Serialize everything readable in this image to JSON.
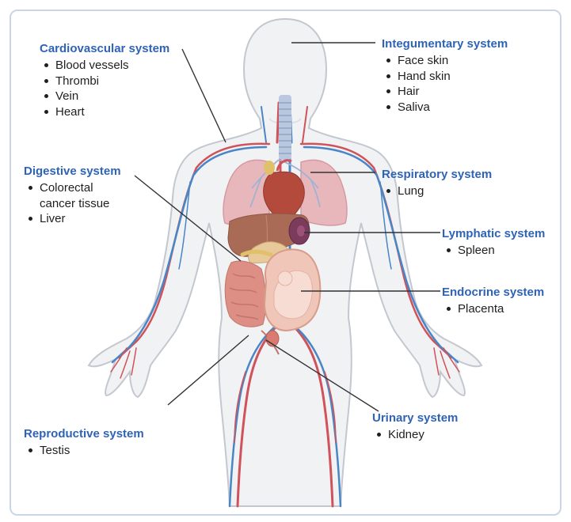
{
  "systems": {
    "cardiovascular": {
      "title": "Cardiovascular system",
      "items": [
        "Blood vessels",
        "Thrombi",
        "Vein",
        "Heart"
      ]
    },
    "integumentary": {
      "title": "Integumentary system",
      "items": [
        "Face skin",
        "Hand skin",
        "Hair",
        "Saliva"
      ]
    },
    "digestive": {
      "title": "Digestive system",
      "items": [
        "Colorectal",
        "cancer tissue",
        "Liver"
      ]
    },
    "respiratory": {
      "title": "Respiratory system",
      "items": [
        "Lung"
      ]
    },
    "lymphatic": {
      "title": "Lymphatic system",
      "items": [
        "Spleen"
      ]
    },
    "endocrine": {
      "title": "Endocrine system",
      "items": [
        "Placenta"
      ]
    },
    "urinary": {
      "title": "Urinary system",
      "items": [
        "Kidney"
      ]
    },
    "reproductive": {
      "title": "Reproductive system",
      "items": [
        "Testis"
      ]
    }
  },
  "colors": {
    "title": "#2e63b6",
    "body_fill": "#f1f2f4",
    "body_stroke": "#c3c7cf",
    "artery": "#d0525a",
    "vein": "#4a86c5",
    "lung": "#e8b7bc",
    "organ_brown": "#a96b55",
    "intestine": "#dd8f86"
  }
}
